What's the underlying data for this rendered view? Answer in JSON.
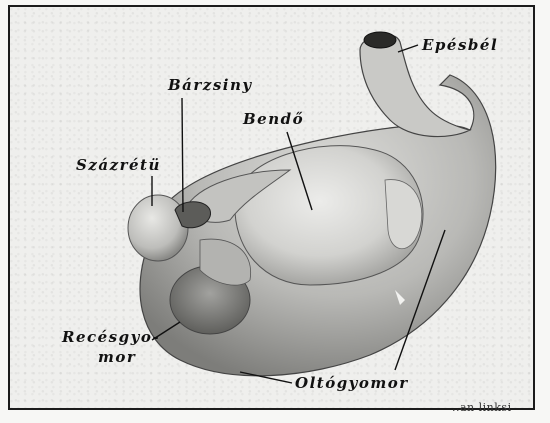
{
  "labels": {
    "epesbel": "Epésbél",
    "barzsiny": "Bárzsiny",
    "bendo": "Bendő",
    "szazretu": "Százrétü",
    "recesgyomor_line1": "Recésgyo-",
    "recesgyomor_line2": "mor",
    "oltogyomor": "Oltógyomor"
  },
  "caption": "..an linksi",
  "colors": {
    "ink": "#111111",
    "paper": "#efefed",
    "organ_light": "#d6d6d3",
    "organ_mid": "#a9a9a6",
    "organ_dark": "#6f6f6c"
  }
}
